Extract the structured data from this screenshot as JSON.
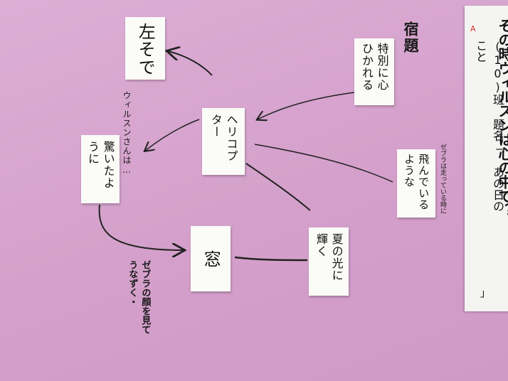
{
  "board": {
    "homework_label": "宿題",
    "cards": {
      "hidarisode": "左そで",
      "tokubetsu": "特別に心ひかれる",
      "helicopter": "ヘリコプター",
      "odoroita": "驚いたように",
      "tondeiru": "飛んでいるような",
      "mado": "窓",
      "natsunohikari": "夏の光に輝く"
    },
    "notes": {
      "wilson": "ウィルスンさんは…",
      "zebra_face": "ゼブラの顔を見てうなずく・",
      "zebra_run": "ゼブラは走っている時に"
    },
    "sheet": {
      "mark": "A",
      "title": "その時ウィルスンは心の中で？",
      "group_line": "(10)班 題名「 あの日の こと",
      "close_bracket": "」"
    }
  }
}
